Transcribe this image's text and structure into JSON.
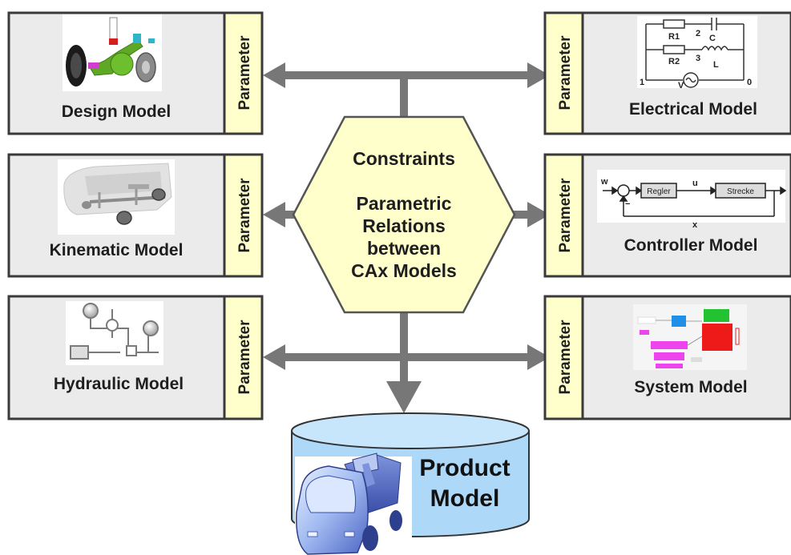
{
  "models": {
    "design": "Design Model",
    "kinematic": "Kinematic Model",
    "hydraulic": "Hydraulic Model",
    "electrical": "Electrical Model",
    "controller": "Controller Model",
    "system": "System Model"
  },
  "parameter_label": "Parameter",
  "center": {
    "line1": "Constraints",
    "line2": "Parametric",
    "line3": "Relations",
    "line4": "between",
    "line5": "CAx Models"
  },
  "product": {
    "line1": "Product",
    "line2": "Model"
  },
  "circuit": {
    "r1": "R1",
    "r2": "R2",
    "c": "C",
    "l": "L",
    "v": "V",
    "n1": "1",
    "n2": "2",
    "n3": "3",
    "n0": "0"
  },
  "controller_block": {
    "w": "w",
    "minus": "−",
    "regler": "Regler",
    "u": "u",
    "strecke": "Strecke",
    "x": "x"
  },
  "colors": {
    "panel_bg": "#ebebeb",
    "panel_border": "#3a3a3a",
    "parameter_bg": "#ffffcc",
    "hexagon_fill": "#ffffcc",
    "connector": "#777777",
    "database_fill": "#aed8f7"
  }
}
